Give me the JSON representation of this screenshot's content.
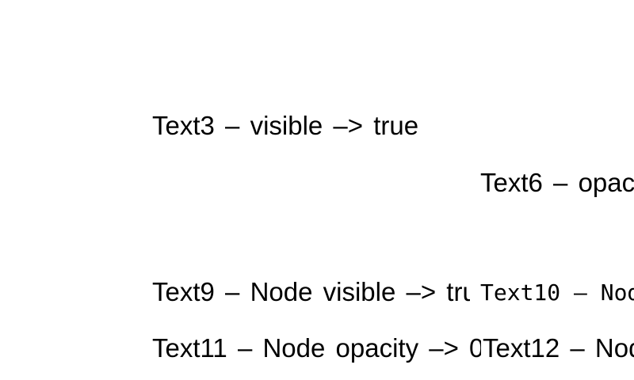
{
  "scene": {
    "background": "#ffffff",
    "text_color": "#000000",
    "labels": {
      "text3": "Text3 – visible –> true",
      "text6": "Text6 – opac",
      "text9": "Text9 – Node visible –> tru",
      "text10": "Text10 – Nod",
      "text11": "Text11 – Node opacity –> 0",
      "text12": "Text12 – Nod"
    }
  }
}
